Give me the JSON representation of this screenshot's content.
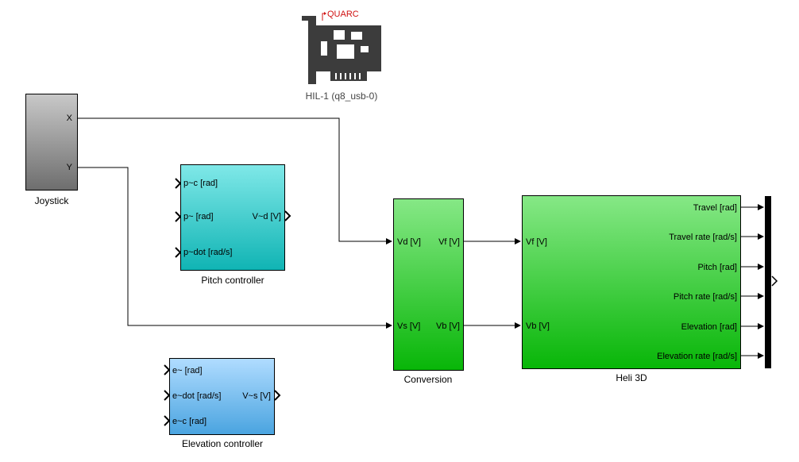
{
  "hil": {
    "label": "HIL-1 (q8_usb-0)",
    "logo_text": "QUARC",
    "icon": "daq-card-icon"
  },
  "joystick": {
    "name": "Joystick",
    "outputs": [
      "X",
      "Y"
    ]
  },
  "pitch_controller": {
    "name": "Pitch controller",
    "inputs": [
      "p~c [rad]",
      "p~ [rad]",
      "p~dot [rad/s]"
    ],
    "outputs": [
      "V~d [V]"
    ]
  },
  "elevation_controller": {
    "name": "Elevation controller",
    "inputs": [
      "e~ [rad]",
      "e~dot [rad/s]",
      "e~c [rad]"
    ],
    "outputs": [
      "V~s [V]"
    ]
  },
  "conversion": {
    "name": "Conversion",
    "inputs": [
      "Vd [V]",
      "Vs [V]"
    ],
    "outputs": [
      "Vf [V]",
      "Vb [V]"
    ]
  },
  "heli": {
    "name": "Heli 3D",
    "inputs": [
      "Vf [V]",
      "Vb [V]"
    ],
    "outputs": [
      "Travel [rad]",
      "Travel rate [rad/s]",
      "Pitch [rad]",
      "Pitch rate [rad/s]",
      "Elevation [rad]",
      "Elevation rate [rad/s]"
    ]
  },
  "colors": {
    "joystick": "#9a9a9a",
    "pitch_controller": "#10b4b4",
    "elevation_controller": "#4aa4e0",
    "conversion": "#08b608",
    "heli": "#08b608",
    "logo_red": "#d01010"
  }
}
